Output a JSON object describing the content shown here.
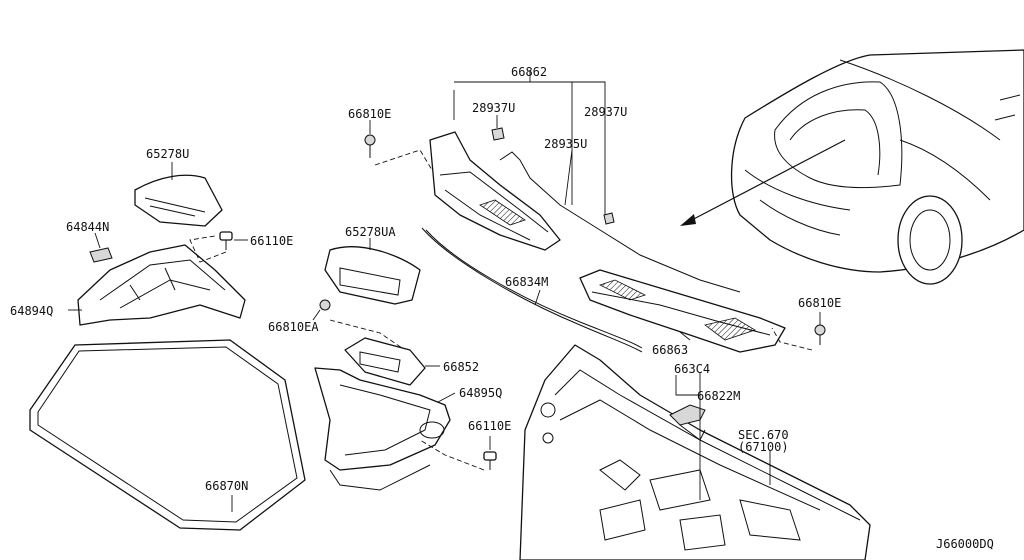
{
  "diagram": {
    "labels": {
      "p66862": "66862",
      "p28937U_left": "28937U",
      "p28937U_right": "28937U",
      "p28935U": "28935U",
      "p66810E_top": "66810E",
      "p65278U": "65278U",
      "p64844N": "64844N",
      "p66110E_left": "66110E",
      "p64894Q": "64894Q",
      "p65278UA": "65278UA",
      "p66834M": "66834M",
      "p66810E_right": "66810E",
      "p66810EA": "66810EA",
      "p66852": "66852",
      "p66863": "66863",
      "p663C4": "663C4",
      "p66822M": "66822M",
      "p64895Q": "64895Q",
      "p66110E_bottom": "66110E",
      "sec_line1": "SEC.670",
      "sec_line2": "(67100)",
      "p66870N": "66870N",
      "drawing_code": "J66000DQ"
    }
  }
}
